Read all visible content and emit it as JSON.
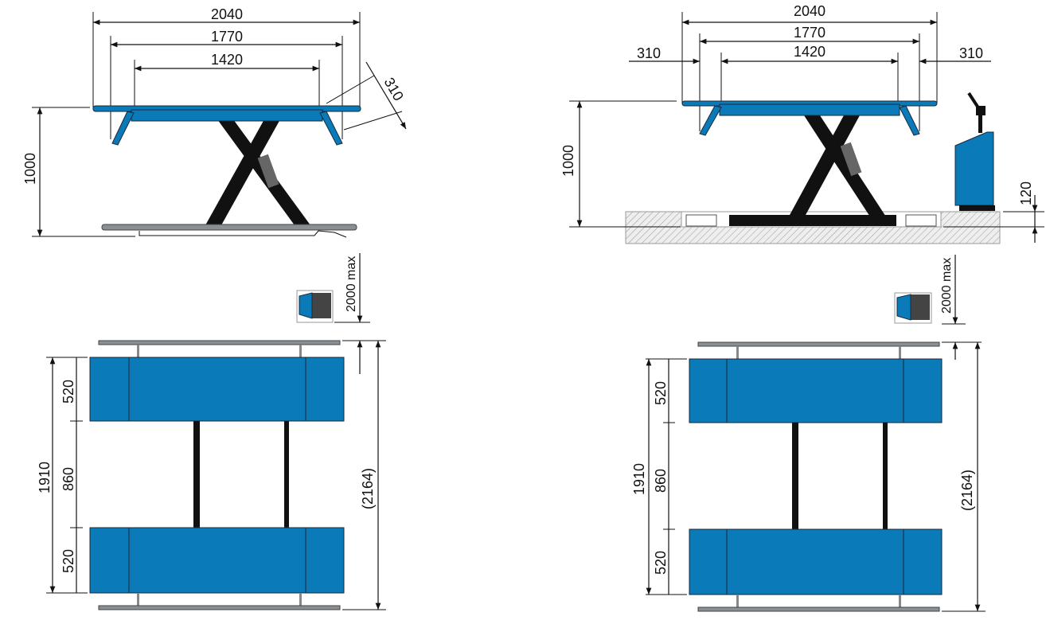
{
  "left_view": {
    "elevation": {
      "width_overall": "2040",
      "width_mid": "1770",
      "width_inner": "1420",
      "ramp_length": "310",
      "height": "1000"
    },
    "plan": {
      "console_distance": "2000 max",
      "overall_length": "1910",
      "pad_top": "520",
      "gap": "860",
      "pad_bottom": "520",
      "total_length": "(2164)"
    }
  },
  "right_view": {
    "elevation": {
      "width_overall": "2040",
      "width_mid": "1770",
      "width_inner": "1420",
      "ramp_left": "310",
      "ramp_right": "310",
      "height": "1000",
      "recess_depth": "120"
    },
    "plan": {
      "console_distance": "2000 max",
      "overall_length": "1910",
      "pad_top": "520",
      "gap": "860",
      "pad_bottom": "520",
      "total_length": "(2164)"
    }
  },
  "colors": {
    "platform": "#0a7ab8",
    "scissor": "#111111",
    "base": "#8a8f93"
  }
}
